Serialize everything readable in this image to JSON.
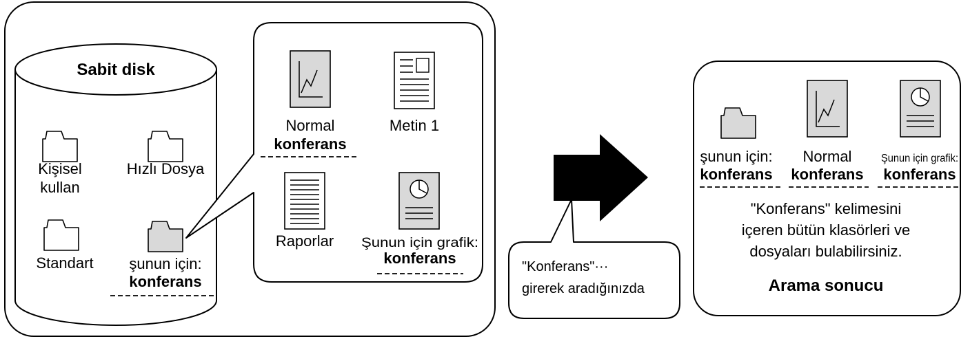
{
  "disk_panel": {
    "disk_title": "Sabit disk",
    "folders": [
      {
        "icon": "folder-icon",
        "line1": "Kişisel",
        "line2": "kullan"
      },
      {
        "icon": "folder-icon",
        "line1": "Hızlı Dosya"
      },
      {
        "icon": "folder-icon",
        "line1": "Standart"
      },
      {
        "icon": "folder-icon-selected",
        "line1": "şunun için:",
        "line2": "konferans"
      }
    ]
  },
  "folder_contents": {
    "files": [
      {
        "icon": "line-chart-document-icon",
        "line1": "Normal",
        "line2": "konferans"
      },
      {
        "icon": "text-document-icon",
        "line1": "Metin 1"
      },
      {
        "icon": "report-document-icon",
        "line1": "Raporlar"
      },
      {
        "icon": "pie-chart-document-icon",
        "line1": "Şunun için grafik:",
        "line2": "konferans"
      }
    ]
  },
  "search_callout": {
    "line1": "\"Konferans\"···",
    "line2": "girerek aradığınızda"
  },
  "results_panel": {
    "items": [
      {
        "icon": "folder-icon-selected",
        "line1": "şunun için:",
        "line2": "konferans"
      },
      {
        "icon": "line-chart-document-icon",
        "line1": "Normal",
        "line2": "konferans"
      },
      {
        "icon": "pie-chart-document-icon",
        "line1": "Şunun için grafik:",
        "line2": "konferans"
      }
    ],
    "description": [
      "\"Konferans\" kelimesini",
      "içeren bütün klasörleri ve",
      "dosyaları bulabilirsiniz."
    ],
    "title": "Arama sonucu"
  },
  "colors": {
    "stroke": "#000000",
    "icon_fill": "#d9d9d9",
    "arrow": "#000000"
  }
}
